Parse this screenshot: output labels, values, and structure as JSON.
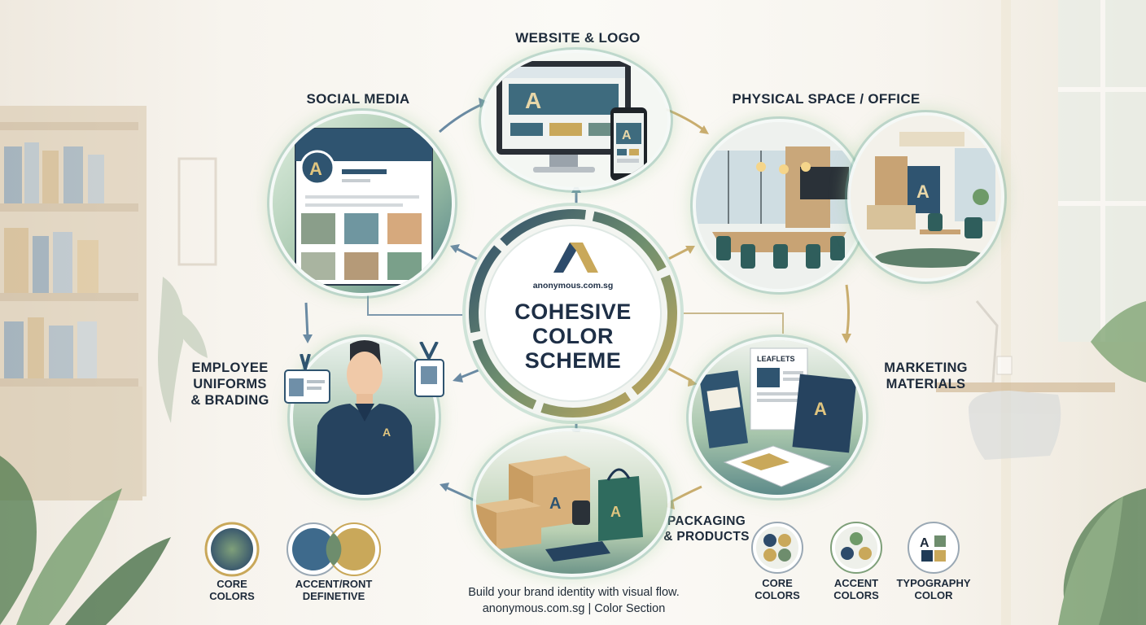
{
  "center": {
    "domain": "anonymous.com.sg",
    "title_line1": "COHESIVE",
    "title_line2": "COLOR",
    "title_line3": "SCHEME"
  },
  "nodes": {
    "website": {
      "label": "WEBSITE & LOGO"
    },
    "social": {
      "label": "SOCIAL MEDIA"
    },
    "office": {
      "label": "PHYSICAL SPACE / OFFICE"
    },
    "uniforms": {
      "label_line1": "EMPLOYEE",
      "label_line2": "UNIFORMS",
      "label_line3": "& BRADING"
    },
    "marketing": {
      "label_line1": "MARKETING",
      "label_line2": "MATERIALS",
      "leaflet_text": "LEAFLETS"
    },
    "packaging": {
      "label_line1": "PACKAGING",
      "label_line2": "& PRODUCTS"
    }
  },
  "swatches": {
    "core_left": {
      "line1": "CORE",
      "line2": "COLORS"
    },
    "accent_left": {
      "line1": "ACCENT/RONT",
      "line2": "DEFINETIVE"
    },
    "core_right": {
      "line1": "CORE",
      "line2": "COLORS"
    },
    "accent_right": {
      "line1": "ACCENT",
      "line2": "COLORS"
    },
    "typography": {
      "line1": "TYPOGRAPHY",
      "line2": "COLOR"
    }
  },
  "footer": {
    "line1": "Build your brand identity with visual flow.",
    "line2": "anonymous.com.sg | Color Section"
  },
  "colors": {
    "navy": "#1f3b57",
    "teal": "#3f6f73",
    "green": "#5f8f6a",
    "gold": "#c9a85a",
    "cream": "#f7f4ee"
  }
}
